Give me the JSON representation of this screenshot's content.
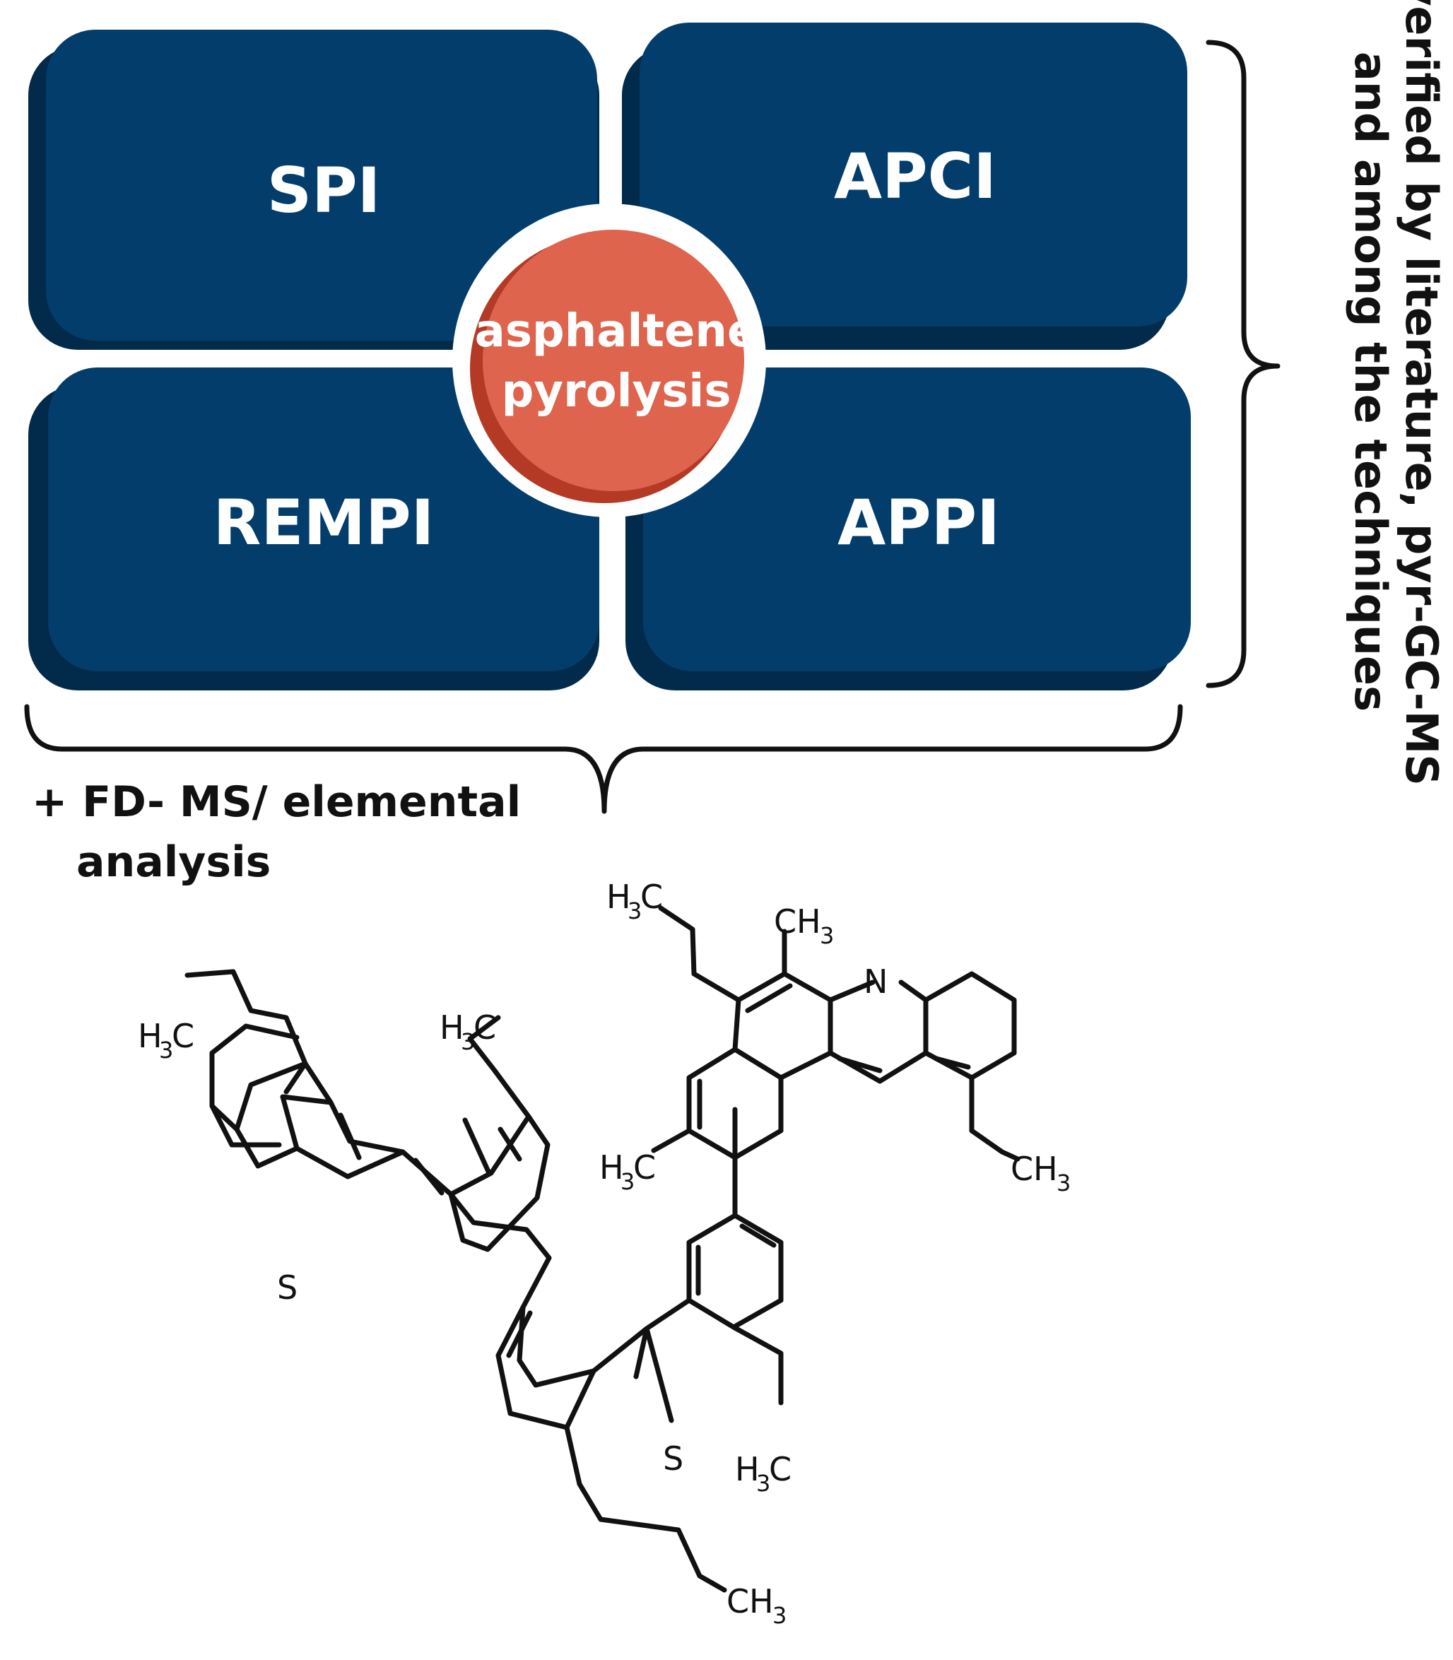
{
  "diagram": {
    "quadrants": [
      {
        "id": "spi",
        "label": "SPI"
      },
      {
        "id": "apci",
        "label": "APCI"
      },
      {
        "id": "rempi",
        "label": "REMPI"
      },
      {
        "id": "appi",
        "label": "APPI"
      }
    ],
    "center": {
      "line1": "asphaltene",
      "line2": "pyrolysis"
    },
    "side_note": {
      "line1": "verified by literature, pyr-GC-MS",
      "line2": "and among the techniques"
    },
    "bottom_note": {
      "line1": "+ FD- MS/ elemental",
      "line2": "analysis"
    }
  },
  "molecule": {
    "atoms": {
      "s_left": "S",
      "s_middle": "S",
      "n_ring": "N",
      "c": "C",
      "h": "H",
      "sub3": "3"
    }
  },
  "colors": {
    "tile": "#023d6b",
    "tile_shadow": "#022a4a",
    "center_fill": "#de644d",
    "center_shadow": "#b43a26",
    "ink": "#111111"
  }
}
